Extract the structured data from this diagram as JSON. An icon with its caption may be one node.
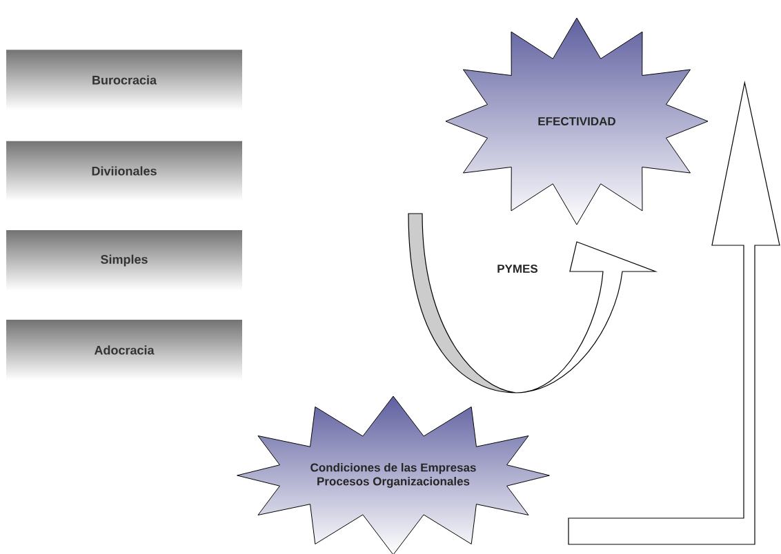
{
  "diagram": {
    "nodes": [
      {
        "text": [
          "Burocracia"
        ]
      },
      {
        "text": [
          "Diviionales"
        ]
      },
      {
        "text": [
          "Simples"
        ]
      },
      {
        "text": [
          "Adocracia"
        ]
      },
      {
        "text": [
          "EFECTIVIDAD"
        ]
      },
      {
        "text": [
          "Condiciones de las Empresas",
          "Procesos Organizacionales"
        ]
      }
    ],
    "edges": [
      {
        "from": null,
        "to": 4,
        "arrow": "to",
        "label": "PYMES"
      },
      {
        "from": null,
        "to": 4,
        "arrow": "to"
      }
    ]
  }
}
